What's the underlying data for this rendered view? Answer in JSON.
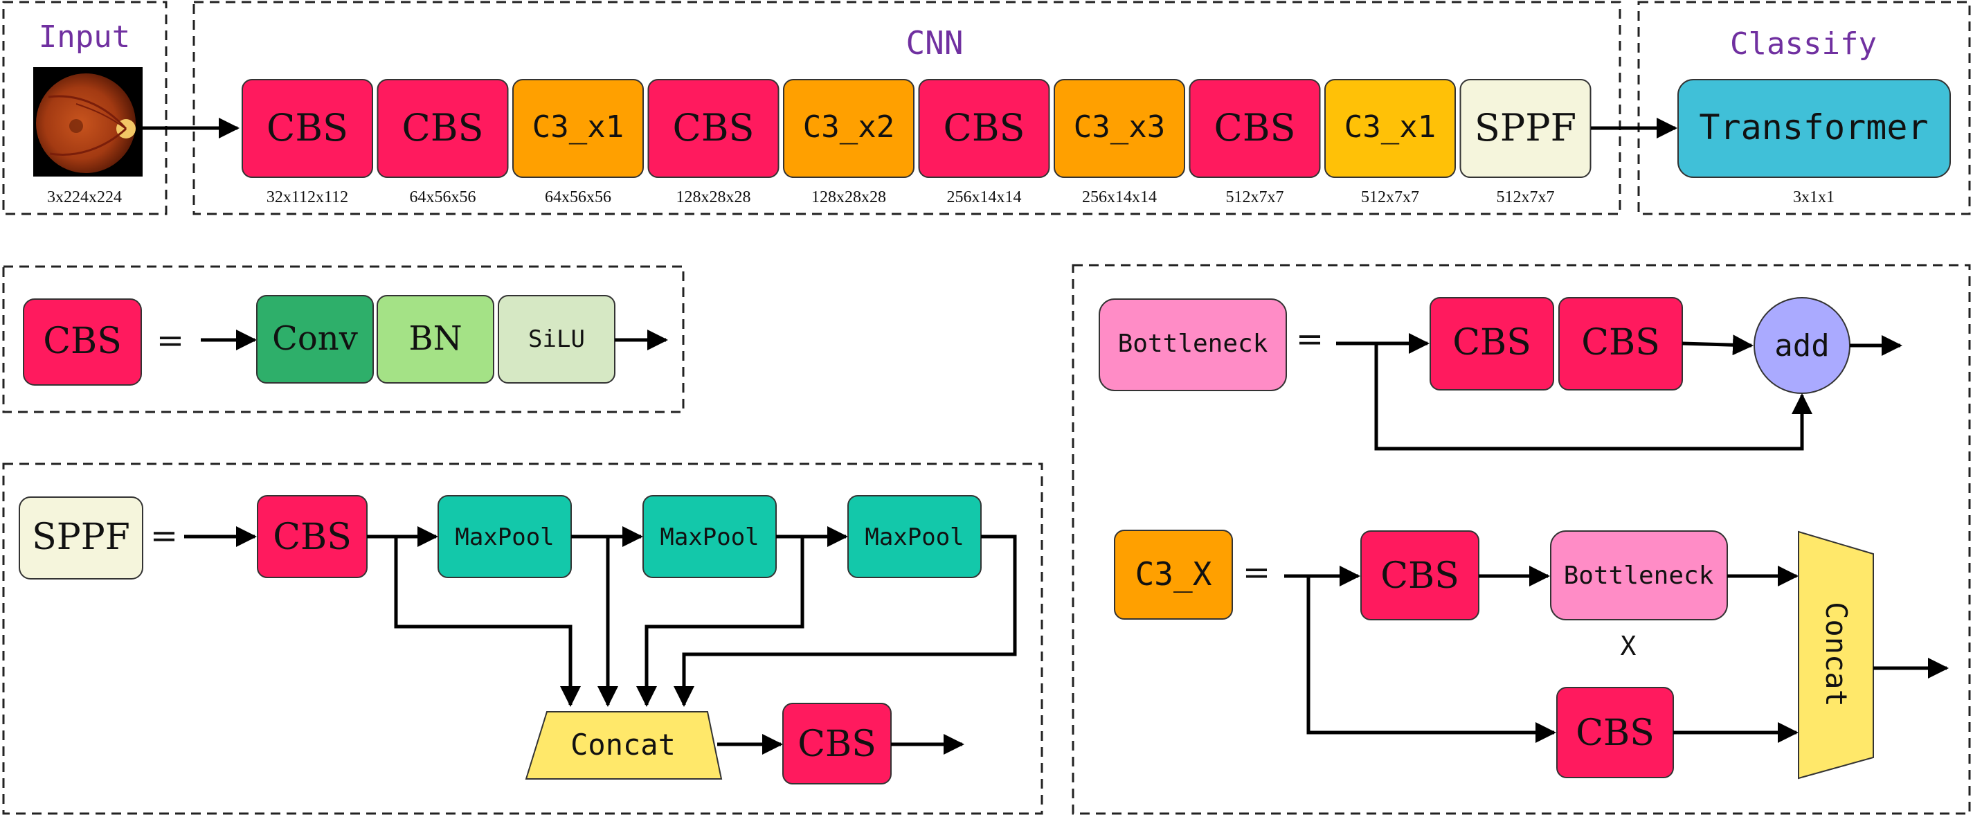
{
  "colors": {
    "cbs": "#FF1A5E",
    "c3_orange": "#FFA000",
    "c3_yellow": "#FFC107",
    "sppf": "#F5F5DC",
    "transformer": "#40C0D8",
    "conv": "#2EAF6A",
    "bn": "#A4E286",
    "silu": "#D6E8C4",
    "maxpool": "#13C8AA",
    "concat": "#FFE86A",
    "bottleneck": "#FF8CC6",
    "add": "#AAAAFF",
    "title": "#7030A0"
  },
  "sections": {
    "input": "Input",
    "cnn": "CNN",
    "classify": "Classify"
  },
  "input_image": {
    "icon": "retina-fundus-image",
    "caption": "3x224x224"
  },
  "pipeline": [
    {
      "label": "CBS",
      "dim": "32x112x112",
      "kind": "cbs"
    },
    {
      "label": "CBS",
      "dim": "64x56x56",
      "kind": "cbs"
    },
    {
      "label": "C3_x1",
      "dim": "64x56x56",
      "kind": "c3_orange"
    },
    {
      "label": "CBS",
      "dim": "128x28x28",
      "kind": "cbs"
    },
    {
      "label": "C3_x2",
      "dim": "128x28x28",
      "kind": "c3_orange"
    },
    {
      "label": "CBS",
      "dim": "256x14x14",
      "kind": "cbs"
    },
    {
      "label": "C3_x3",
      "dim": "256x14x14",
      "kind": "c3_orange"
    },
    {
      "label": "CBS",
      "dim": "512x7x7",
      "kind": "cbs"
    },
    {
      "label": "C3_x1",
      "dim": "512x7x7",
      "kind": "c3_yellow"
    },
    {
      "label": "SPPF",
      "dim": "512x7x7",
      "kind": "sppf"
    }
  ],
  "classifier": {
    "label": "Transformer",
    "dim": "3x1x1"
  },
  "cbs_def": {
    "name": "CBS",
    "equals": "=",
    "parts": [
      "Conv",
      "BN",
      "SiLU"
    ]
  },
  "sppf_def": {
    "name": "SPPF",
    "equals": "=",
    "cbs": "CBS",
    "pools": [
      "MaxPool",
      "MaxPool",
      "MaxPool"
    ],
    "concat": "Concat",
    "cbs_out": "CBS"
  },
  "bottleneck_def": {
    "name": "Bottleneck",
    "equals": "=",
    "cbs": [
      "CBS",
      "CBS"
    ],
    "add": "add"
  },
  "c3_def": {
    "name": "C3_X",
    "equals": "=",
    "cbs_top": "CBS",
    "bottleneck": "Bottleneck",
    "repeat": "X",
    "cbs_bottom": "CBS",
    "concat": "Concat"
  }
}
